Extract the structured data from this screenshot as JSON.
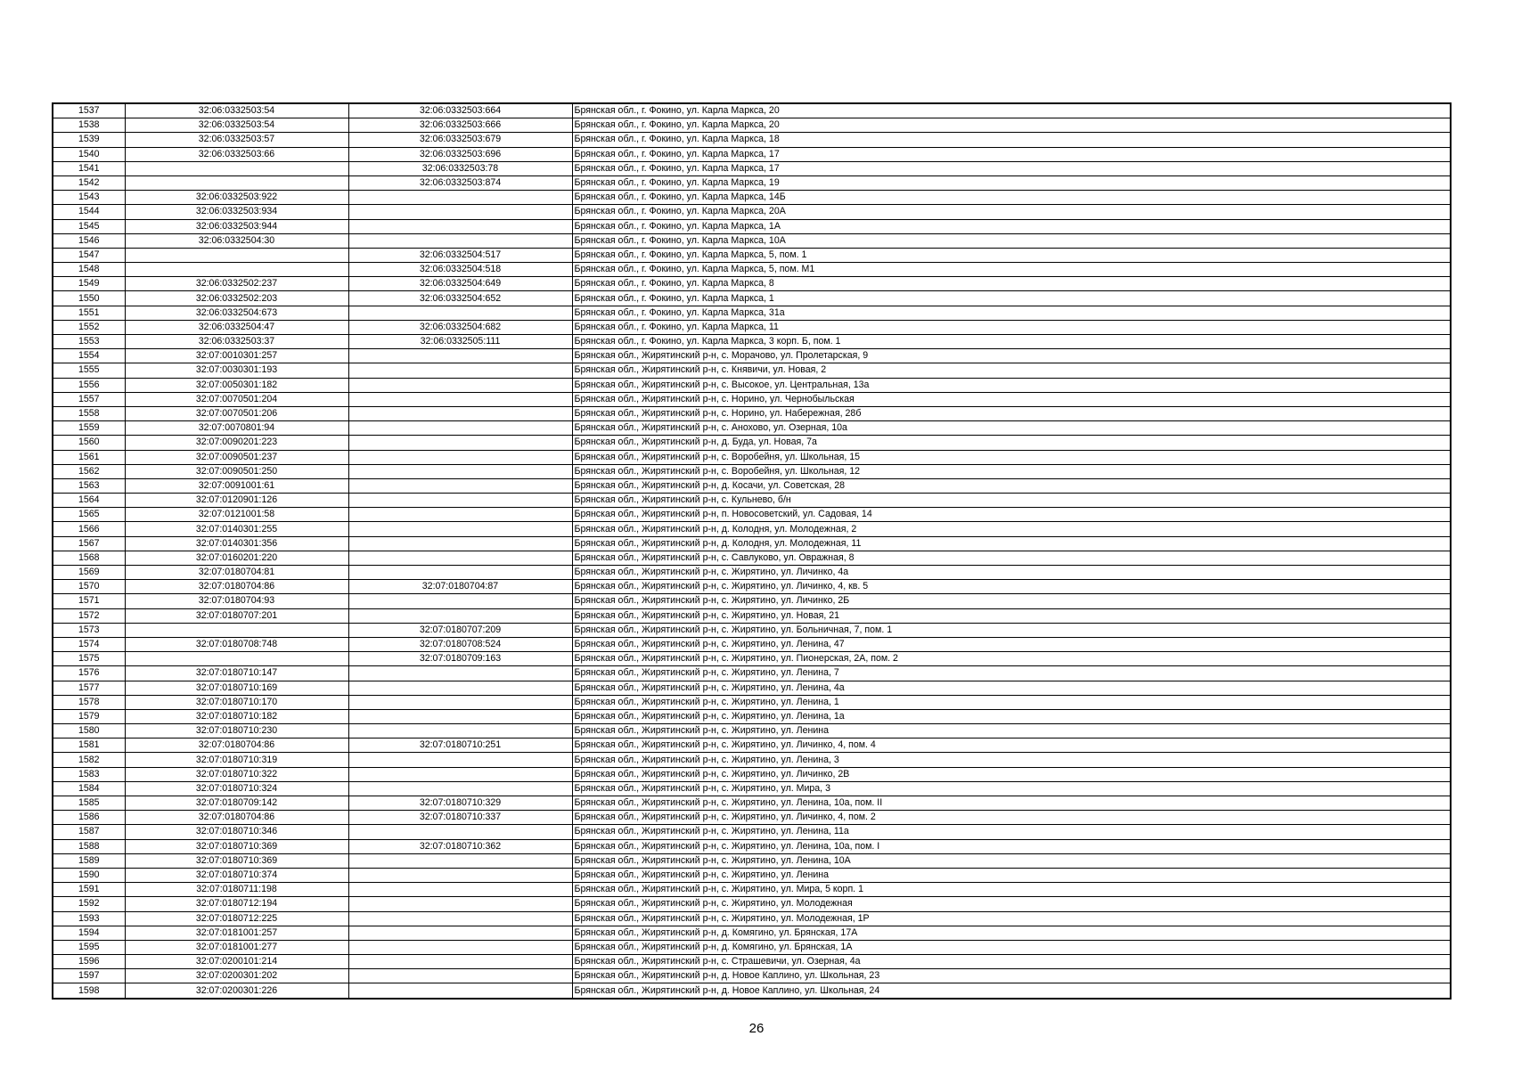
{
  "page_number": "26",
  "rows": [
    {
      "num": "1537",
      "cad1": "32:06:0332503:54",
      "cad2": "32:06:0332503:664",
      "address": "Брянская обл., г. Фокино, ул. Карла Маркса, 20"
    },
    {
      "num": "1538",
      "cad1": "32:06:0332503:54",
      "cad2": "32:06:0332503:666",
      "address": "Брянская обл., г. Фокино, ул. Карла Маркса, 20"
    },
    {
      "num": "1539",
      "cad1": "32:06:0332503:57",
      "cad2": "32:06:0332503:679",
      "address": "Брянская обл., г. Фокино, ул. Карла Маркса, 18"
    },
    {
      "num": "1540",
      "cad1": "32:06:0332503:66",
      "cad2": "32:06:0332503:696",
      "address": "Брянская обл., г. Фокино, ул. Карла Маркса, 17"
    },
    {
      "num": "1541",
      "cad1": "",
      "cad2": "32:06:0332503:78",
      "address": "Брянская обл., г. Фокино, ул. Карла Маркса, 17"
    },
    {
      "num": "1542",
      "cad1": "",
      "cad2": "32:06:0332503:874",
      "address": "Брянская обл., г. Фокино, ул. Карла Маркса, 19"
    },
    {
      "num": "1543",
      "cad1": "32:06:0332503:922",
      "cad2": "",
      "address": "Брянская обл., г. Фокино, ул. Карла Маркса, 14Б"
    },
    {
      "num": "1544",
      "cad1": "32:06:0332503:934",
      "cad2": "",
      "address": "Брянская обл., г. Фокино, ул. Карла Маркса, 20А"
    },
    {
      "num": "1545",
      "cad1": "32:06:0332503:944",
      "cad2": "",
      "address": "Брянская обл., г. Фокино, ул. Карла Маркса, 1А"
    },
    {
      "num": "1546",
      "cad1": "32:06:0332504:30",
      "cad2": "",
      "address": "Брянская обл., г. Фокино, ул. Карла Маркса, 10А"
    },
    {
      "num": "1547",
      "cad1": "",
      "cad2": "32:06:0332504:517",
      "address": "Брянская обл., г. Фокино, ул. Карла Маркса, 5, пом. 1"
    },
    {
      "num": "1548",
      "cad1": "",
      "cad2": "32:06:0332504:518",
      "address": "Брянская обл., г. Фокино, ул. Карла Маркса, 5, пом. М1"
    },
    {
      "num": "1549",
      "cad1": "32:06:0332502:237",
      "cad2": "32:06:0332504:649",
      "address": "Брянская обл., г. Фокино, ул. Карла Маркса, 8"
    },
    {
      "num": "1550",
      "cad1": "32:06:0332502:203",
      "cad2": "32:06:0332504:652",
      "address": "Брянская обл., г. Фокино, ул. Карла Маркса, 1"
    },
    {
      "num": "1551",
      "cad1": "32:06:0332504:673",
      "cad2": "",
      "address": "Брянская обл., г. Фокино, ул. Карла Маркса, 31а"
    },
    {
      "num": "1552",
      "cad1": "32:06:0332504:47",
      "cad2": "32:06:0332504:682",
      "address": "Брянская обл., г. Фокино, ул. Карла Маркса, 11"
    },
    {
      "num": "1553",
      "cad1": "32:06:0332503:37",
      "cad2": "32:06:0332505:111",
      "address": "Брянская обл., г. Фокино, ул. Карла Маркса, 3 корп. Б, пом. 1"
    },
    {
      "num": "1554",
      "cad1": "32:07:0010301:257",
      "cad2": "",
      "address": "Брянская обл., Жирятинский р-н, с. Морачово, ул. Пролетарская, 9"
    },
    {
      "num": "1555",
      "cad1": "32:07:0030301:193",
      "cad2": "",
      "address": "Брянская обл., Жирятинский р-н, с. Княвичи, ул. Новая, 2"
    },
    {
      "num": "1556",
      "cad1": "32:07:0050301:182",
      "cad2": "",
      "address": "Брянская обл., Жирятинский р-н, с. Высокое, ул. Центральная, 13а"
    },
    {
      "num": "1557",
      "cad1": "32:07:0070501:204",
      "cad2": "",
      "address": "Брянская обл., Жирятинский р-н, с. Норино, ул. Чернобыльская"
    },
    {
      "num": "1558",
      "cad1": "32:07:0070501:206",
      "cad2": "",
      "address": "Брянская обл., Жирятинский р-н, с. Норино, ул. Набережная, 28б"
    },
    {
      "num": "1559",
      "cad1": "32:07:0070801:94",
      "cad2": "",
      "address": "Брянская обл., Жирятинский р-н, с. Анохово, ул. Озерная, 10а"
    },
    {
      "num": "1560",
      "cad1": "32:07:0090201:223",
      "cad2": "",
      "address": "Брянская обл., Жирятинский р-н, д. Буда, ул. Новая, 7а"
    },
    {
      "num": "1561",
      "cad1": "32:07:0090501:237",
      "cad2": "",
      "address": "Брянская обл., Жирятинский р-н, с. Воробейня, ул. Школьная, 15"
    },
    {
      "num": "1562",
      "cad1": "32:07:0090501:250",
      "cad2": "",
      "address": "Брянская обл., Жирятинский р-н, с. Воробейня, ул. Школьная, 12"
    },
    {
      "num": "1563",
      "cad1": "32:07:0091001:61",
      "cad2": "",
      "address": "Брянская обл., Жирятинский р-н, д. Косачи, ул. Советская, 28"
    },
    {
      "num": "1564",
      "cad1": "32:07:0120901:126",
      "cad2": "",
      "address": "Брянская обл., Жирятинский р-н, с. Кульнево, б/н"
    },
    {
      "num": "1565",
      "cad1": "32:07:0121001:58",
      "cad2": "",
      "address": "Брянская обл., Жирятинский р-н, п. Новосоветский, ул. Садовая, 14"
    },
    {
      "num": "1566",
      "cad1": "32:07:0140301:255",
      "cad2": "",
      "address": "Брянская обл., Жирятинский р-н, д. Колодня, ул. Молодежная, 2"
    },
    {
      "num": "1567",
      "cad1": "32:07:0140301:356",
      "cad2": "",
      "address": "Брянская обл., Жирятинский р-н, д. Колодня, ул. Молодежная, 11"
    },
    {
      "num": "1568",
      "cad1": "32:07:0160201:220",
      "cad2": "",
      "address": "Брянская обл., Жирятинский р-н, с. Савлуково, ул. Овражная, 8"
    },
    {
      "num": "1569",
      "cad1": "32:07:0180704:81",
      "cad2": "",
      "address": "Брянская обл., Жирятинский р-н, с. Жирятино, ул. Личинко, 4а"
    },
    {
      "num": "1570",
      "cad1": "32:07:0180704:86",
      "cad2": "32:07:0180704:87",
      "address": "Брянская обл., Жирятинский р-н, с. Жирятино, ул. Личинко, 4, кв. 5"
    },
    {
      "num": "1571",
      "cad1": "32:07:0180704:93",
      "cad2": "",
      "address": "Брянская обл., Жирятинский р-н, с. Жирятино, ул. Личинко, 2Б"
    },
    {
      "num": "1572",
      "cad1": "32:07:0180707:201",
      "cad2": "",
      "address": "Брянская обл., Жирятинский р-н, с. Жирятино, ул. Новая, 21"
    },
    {
      "num": "1573",
      "cad1": "",
      "cad2": "32:07:0180707:209",
      "address": "Брянская обл., Жирятинский р-н, с. Жирятино, ул. Больничная, 7, пом. 1"
    },
    {
      "num": "1574",
      "cad1": "32:07:0180708:748",
      "cad2": "32:07:0180708:524",
      "address": "Брянская обл., Жирятинский р-н, с. Жирятино, ул. Ленина, 47"
    },
    {
      "num": "1575",
      "cad1": "",
      "cad2": "32:07:0180709:163",
      "address": "Брянская обл., Жирятинский р-н, с. Жирятино, ул. Пионерская, 2А, пом. 2"
    },
    {
      "num": "1576",
      "cad1": "32:07:0180710:147",
      "cad2": "",
      "address": "Брянская обл., Жирятинский р-н, с. Жирятино, ул. Ленина, 7"
    },
    {
      "num": "1577",
      "cad1": "32:07:0180710:169",
      "cad2": "",
      "address": "Брянская обл., Жирятинский р-н, с. Жирятино, ул. Ленина, 4а"
    },
    {
      "num": "1578",
      "cad1": "32:07:0180710:170",
      "cad2": "",
      "address": "Брянская обл., Жирятинский р-н, с. Жирятино, ул. Ленина, 1"
    },
    {
      "num": "1579",
      "cad1": "32:07:0180710:182",
      "cad2": "",
      "address": "Брянская обл., Жирятинский р-н, с. Жирятино, ул. Ленина, 1а"
    },
    {
      "num": "1580",
      "cad1": "32:07:0180710:230",
      "cad2": "",
      "address": "Брянская обл., Жирятинский р-н, с. Жирятино, ул. Ленина"
    },
    {
      "num": "1581",
      "cad1": "32:07:0180704:86",
      "cad2": "32:07:0180710:251",
      "address": "Брянская обл., Жирятинский р-н, с. Жирятино, ул. Личинко, 4, пом. 4"
    },
    {
      "num": "1582",
      "cad1": "32:07:0180710:319",
      "cad2": "",
      "address": "Брянская обл., Жирятинский р-н, с. Жирятино, ул. Ленина, 3"
    },
    {
      "num": "1583",
      "cad1": "32:07:0180710:322",
      "cad2": "",
      "address": "Брянская обл., Жирятинский р-н, с. Жирятино, ул. Личинко, 2В"
    },
    {
      "num": "1584",
      "cad1": "32:07:0180710:324",
      "cad2": "",
      "address": "Брянская обл., Жирятинский р-н, с. Жирятино, ул. Мира, 3"
    },
    {
      "num": "1585",
      "cad1": "32:07:0180709:142",
      "cad2": "32:07:0180710:329",
      "address": "Брянская обл., Жирятинский р-н, с. Жирятино, ул. Ленина, 10а, пом. II"
    },
    {
      "num": "1586",
      "cad1": "32:07:0180704:86",
      "cad2": "32:07:0180710:337",
      "address": "Брянская обл., Жирятинский р-н, с. Жирятино, ул. Личинко, 4, пом. 2"
    },
    {
      "num": "1587",
      "cad1": "32:07:0180710:346",
      "cad2": "",
      "address": "Брянская обл., Жирятинский р-н, с. Жирятино, ул. Ленина, 11а"
    },
    {
      "num": "1588",
      "cad1": "32:07:0180710:369",
      "cad2": "32:07:0180710:362",
      "address": "Брянская обл., Жирятинский р-н, с. Жирятино, ул. Ленина, 10а, пом. I"
    },
    {
      "num": "1589",
      "cad1": "32:07:0180710:369",
      "cad2": "",
      "address": "Брянская обл., Жирятинский р-н, с. Жирятино, ул. Ленина, 10А"
    },
    {
      "num": "1590",
      "cad1": "32:07:0180710:374",
      "cad2": "",
      "address": "Брянская обл., Жирятинский р-н, с. Жирятино, ул. Ленина"
    },
    {
      "num": "1591",
      "cad1": "32:07:0180711:198",
      "cad2": "",
      "address": "Брянская обл., Жирятинский р-н, с. Жирятино, ул. Мира, 5 корп. 1"
    },
    {
      "num": "1592",
      "cad1": "32:07:0180712:194",
      "cad2": "",
      "address": "Брянская обл., Жирятинский р-н, с. Жирятино, ул. Молодежная"
    },
    {
      "num": "1593",
      "cad1": "32:07:0180712:225",
      "cad2": "",
      "address": "Брянская обл., Жирятинский р-н, с. Жирятино, ул. Молодежная, 1Р"
    },
    {
      "num": "1594",
      "cad1": "32:07:0181001:257",
      "cad2": "",
      "address": "Брянская обл., Жирятинский р-н, д. Комягино, ул. Брянская, 17А"
    },
    {
      "num": "1595",
      "cad1": "32:07:0181001:277",
      "cad2": "",
      "address": "Брянская обл., Жирятинский р-н, д. Комягино, ул. Брянская, 1А"
    },
    {
      "num": "1596",
      "cad1": "32:07:0200101:214",
      "cad2": "",
      "address": "Брянская обл., Жирятинский р-н, с. Страшевичи, ул. Озерная, 4а"
    },
    {
      "num": "1597",
      "cad1": "32:07:0200301:202",
      "cad2": "",
      "address": "Брянская обл., Жирятинский р-н, д. Новое Каплино, ул. Школьная, 23"
    },
    {
      "num": "1598",
      "cad1": "32:07:0200301:226",
      "cad2": "",
      "address": "Брянская обл., Жирятинский р-н, д. Новое Каплино, ул. Школьная, 24"
    }
  ]
}
